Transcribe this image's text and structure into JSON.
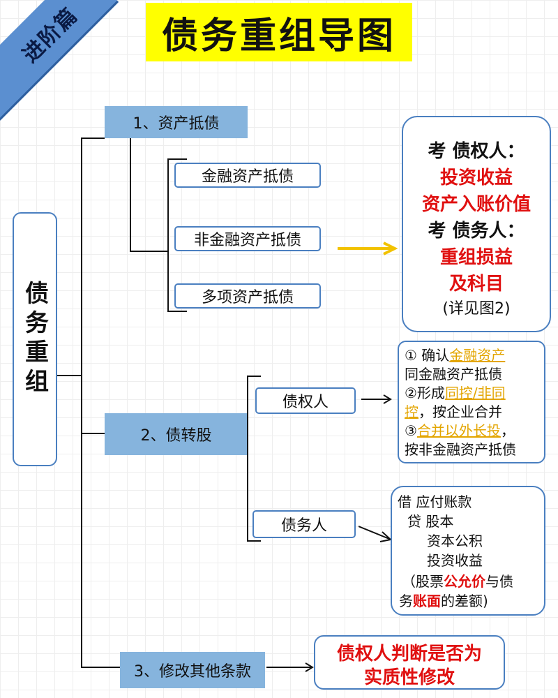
{
  "corner_label": "进阶篇",
  "title": "债务重组导图",
  "root": "债务重组",
  "categories": [
    {
      "label": "1、资产抵债"
    },
    {
      "label": "2、债转股"
    },
    {
      "label": "3、修改其他条款"
    }
  ],
  "asset_subitems": [
    "金融资产抵债",
    "非金融资产抵债",
    "多项资产抵债"
  ],
  "equity_subitems": [
    "债权人",
    "债务人"
  ],
  "callout1": {
    "line1": "考 债权人：",
    "line2": "投资收益",
    "line3": "资产入账价值",
    "line4": "考 债务人：",
    "line5": "重组损益",
    "line6": "及科目",
    "line7": "(详见图2)"
  },
  "callout2": {
    "l1a": "① 确认",
    "l1b": "金融资产",
    "l2": "同金融资产抵债",
    "l3a": "②形成",
    "l3b": "同控/非同",
    "l4a": "控",
    "l4b": "，按企业合并",
    "l5a": "③",
    "l5b": "合并以外长投",
    "l5c": "，",
    "l6": "按非金融资产抵债"
  },
  "callout3": {
    "l1": "借 应付账款",
    "l2": "贷 股本",
    "l3": "资本公积",
    "l4": "投资收益",
    "l5a": "（股票",
    "l5b": "公允价",
    "l5c": "与债",
    "l6a": "务",
    "l6b": "账面",
    "l6c": "的差额)"
  },
  "callout4": {
    "line1": "债权人判断是否为",
    "line2": "实质性修改"
  },
  "colors": {
    "title_bg": "#ffff00",
    "category_bg": "#86b4dd",
    "border_blue": "#4a7fc0",
    "highlight_red": "#e01010",
    "highlight_gold": "#e3a500",
    "arrow_yellow": "#f2c200"
  }
}
